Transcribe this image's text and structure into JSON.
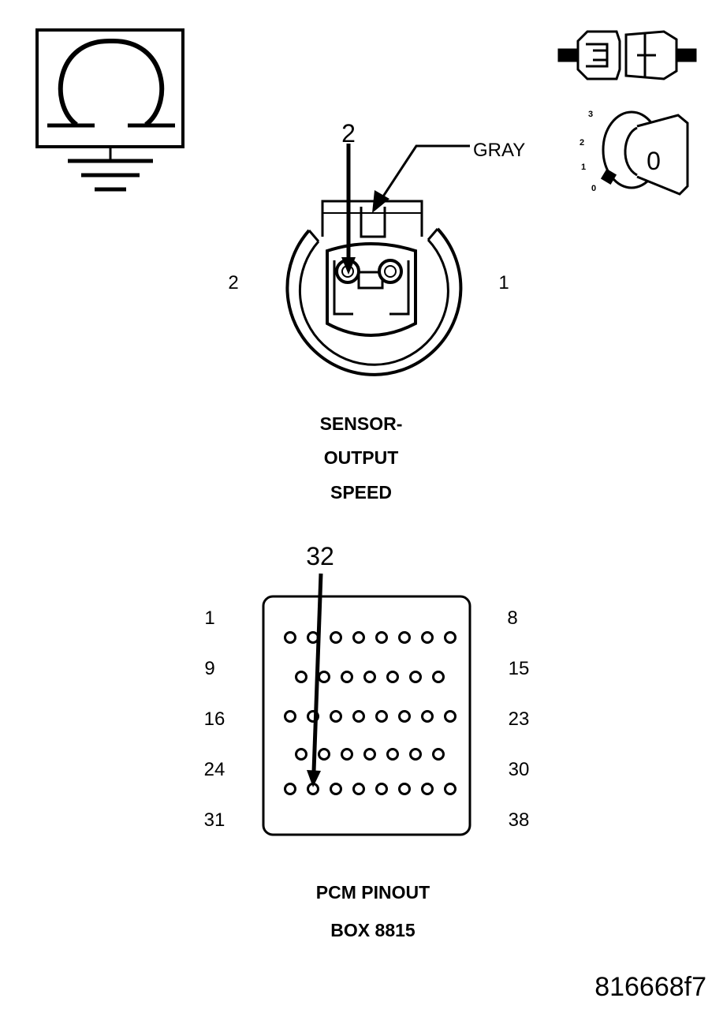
{
  "ohmmeter_icon": "ohmmeter-symbol",
  "connector_icon": "unplug-connector-symbol",
  "ignition_icon": "ignition-key-off-symbol",
  "ignition_scale": [
    "3",
    "2",
    "1",
    "0"
  ],
  "ignition_key_label": "0",
  "sensor": {
    "test_pin_callout": "2",
    "wire_color": "GRAY",
    "pin_left": "2",
    "pin_right": "1",
    "caption": [
      "SENSOR-",
      "OUTPUT",
      "SPEED"
    ]
  },
  "pcm": {
    "test_pin_callout": "32",
    "row_labels_left": [
      "1",
      "9",
      "16",
      "24",
      "31"
    ],
    "row_labels_right": [
      "8",
      "15",
      "23",
      "30",
      "38"
    ],
    "row_pin_counts": [
      8,
      7,
      8,
      7,
      8
    ],
    "caption": [
      "PCM PINOUT",
      "BOX 8815"
    ]
  },
  "figure_id": "816668f7"
}
